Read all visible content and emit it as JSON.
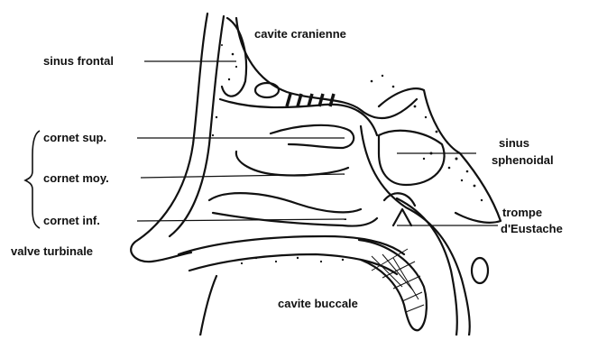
{
  "labels": {
    "cavite_cranienne": "cavite cranienne",
    "sinus_frontal": "sinus frontal",
    "cornet_sup": "cornet sup.",
    "cornet_moy": "cornet moy.",
    "cornet_inf": "cornet inf.",
    "valve_turbinale": "valve turbinale",
    "sinus_sphenoidal_line1": "sinus",
    "sinus_sphenoidal_line2": "sphenoidal",
    "trompe_line1": "trompe",
    "trompe_line2": "d'Eustache",
    "cavite_buccale": "cavite buccale"
  },
  "colors": {
    "ink": "#111111",
    "background": "#ffffff"
  }
}
